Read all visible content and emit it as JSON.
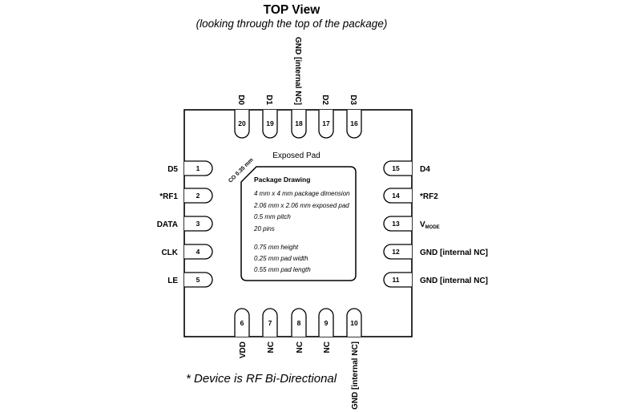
{
  "title": "TOP View",
  "subtitle": "(looking through the top of the package)",
  "exposed_pad_label": "Exposed Pad",
  "chamfer_label": "CO 0.35 mm",
  "package_drawing": {
    "heading": "Package Drawing",
    "specs": [
      "4 mm x 4 mm package dimension",
      "2.06 mm x 2.06 mm exposed pad",
      "0.5 mm pitch",
      "20 pins",
      "0.75 mm height",
      "0.25 mm pad width",
      "0.55 mm pad length"
    ]
  },
  "pins": {
    "top": [
      {
        "number": "20",
        "label": "D0"
      },
      {
        "number": "19",
        "label": "D1"
      },
      {
        "number": "18",
        "label": "GND [internal NC]"
      },
      {
        "number": "17",
        "label": "D2"
      },
      {
        "number": "16",
        "label": "D3"
      }
    ],
    "left": [
      {
        "number": "1",
        "label": "D5"
      },
      {
        "number": "2",
        "label": "*RF1"
      },
      {
        "number": "3",
        "label": "DATA"
      },
      {
        "number": "4",
        "label": "CLK"
      },
      {
        "number": "5",
        "label": "LE"
      }
    ],
    "right": [
      {
        "number": "15",
        "label": "D4"
      },
      {
        "number": "14",
        "label": "*RF2"
      },
      {
        "number": "13",
        "label": "V",
        "label_sub": "MODE"
      },
      {
        "number": "12",
        "label": "GND [internal NC]"
      },
      {
        "number": "11",
        "label": "GND [internal NC]"
      }
    ],
    "bottom": [
      {
        "number": "6",
        "label": "VDD"
      },
      {
        "number": "7",
        "label": "NC"
      },
      {
        "number": "8",
        "label": "NC"
      },
      {
        "number": "9",
        "label": "NC"
      },
      {
        "number": "10",
        "label": "GND [internal NC]"
      }
    ]
  },
  "footnote": "* Device is RF Bi-Directional"
}
